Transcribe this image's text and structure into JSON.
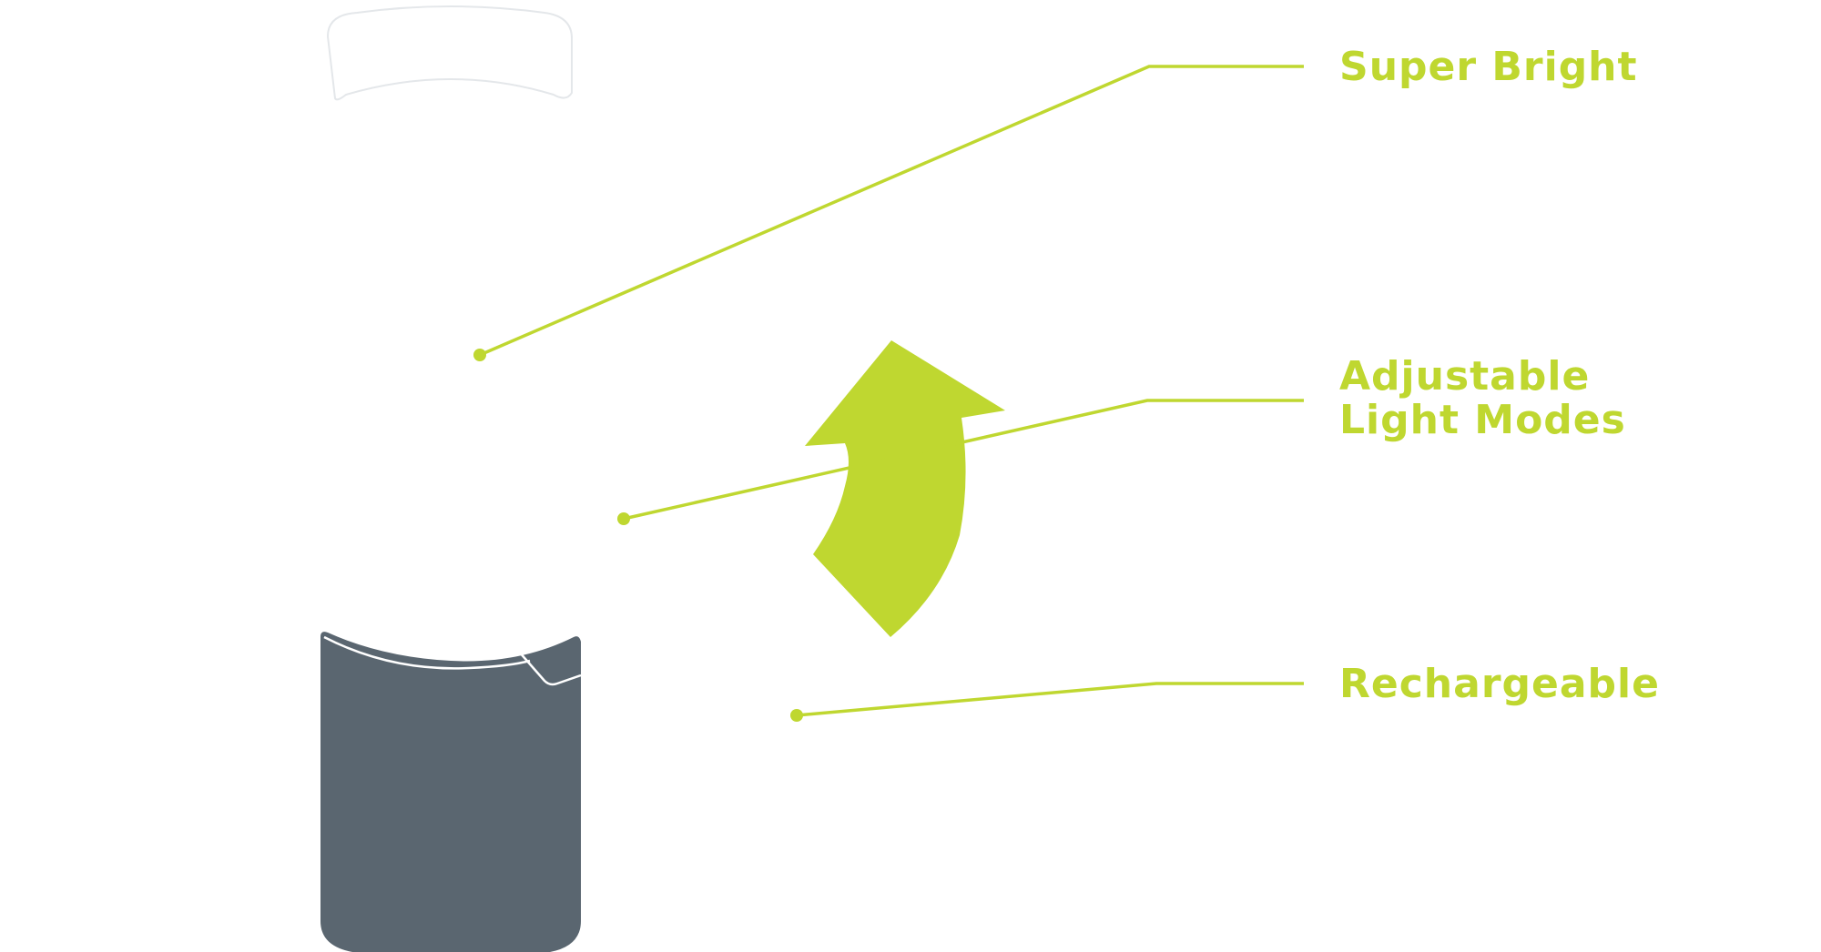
{
  "colors": {
    "accent": "#BFD730",
    "body": "#5A6670",
    "background": "#FFFFFF",
    "cap_outline": "#E4E7EA"
  },
  "callouts": [
    {
      "id": "super-bright",
      "lines": [
        "Super Bright"
      ]
    },
    {
      "id": "adjustable-light-modes",
      "lines": [
        "Adjustable",
        "Light Modes"
      ]
    },
    {
      "id": "rechargeable",
      "lines": [
        "Rechargeable"
      ]
    }
  ],
  "icons": {
    "rotation_arrow": "curved-rotation-arrow-icon"
  }
}
